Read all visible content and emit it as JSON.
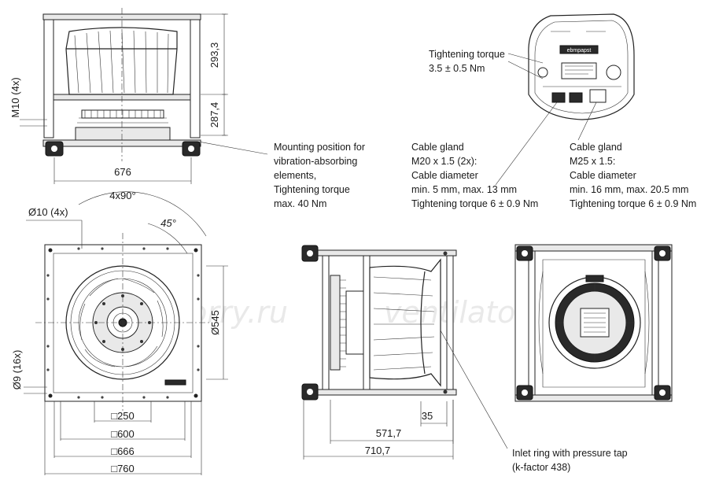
{
  "dimensions": {
    "width_676": "676",
    "h_293": "293,3",
    "h_287": "287,4",
    "m10": "M10 (4x)",
    "angle_4x90": "4x90°",
    "angle_45": "45°",
    "dia10": "Ø10 (4x)",
    "dia545": "Ø545",
    "dia9": "Ø9 (16x)",
    "sq250": "□250",
    "sq600": "□600",
    "sq666": "□666",
    "sq760": "□760",
    "d35": "35",
    "d571": "571,7",
    "d710": "710,7"
  },
  "notes": {
    "mounting": [
      "Mounting position for",
      "vibration-absorbing",
      "elements,",
      "Tightening torque",
      "max. 40 Nm"
    ],
    "torque": [
      "Tightening torque",
      "3.5 ± 0.5 Nm"
    ],
    "gland_m20": [
      "Cable gland",
      "M20 x 1.5 (2x):",
      "Cable diameter",
      "min. 5 mm, max. 13 mm",
      "Tightening torque 6 ± 0.9 Nm"
    ],
    "gland_m25": [
      "Cable gland",
      "M25 x 1.5:",
      "Cable diameter",
      "min. 16 mm, max. 20.5 mm",
      "Tightening torque 6 ± 0.9 Nm"
    ],
    "inlet": [
      "Inlet ring with pressure tap",
      "(k-factor 438)"
    ]
  },
  "brand_label": "ebmpapst",
  "watermark": [
    "ventilatorry.ru",
    "ventilatorry.ru"
  ]
}
